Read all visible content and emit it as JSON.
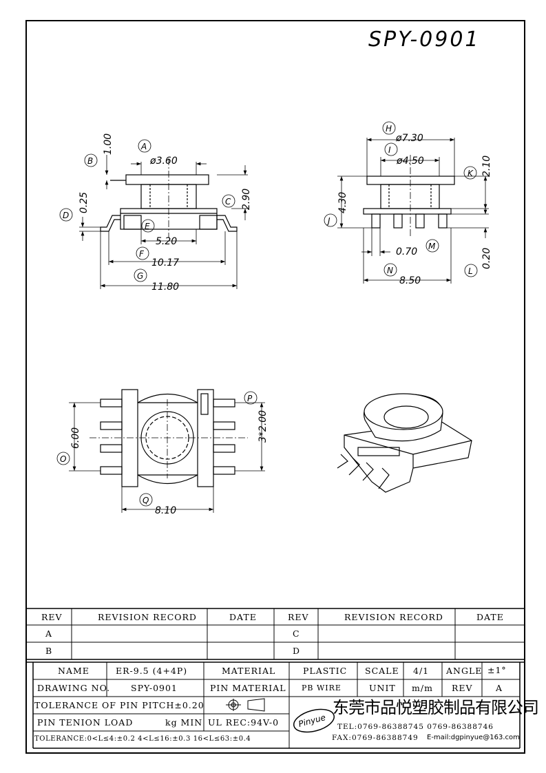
{
  "drawing_number": "SPY-0901",
  "dims": {
    "A": "A",
    "B": "B",
    "C": "C",
    "D": "D",
    "E": "E",
    "F": "F",
    "G": "G",
    "H": "H",
    "I": "I",
    "J": "J",
    "K": "K",
    "L": "L",
    "M": "M",
    "N": "N",
    "O": "O",
    "P": "P",
    "Q": "Q",
    "a_val": "ø3.60",
    "b_val": "1.00",
    "c_val": "2.90",
    "d_val": "0.25",
    "e_val": "5.20",
    "f_val": "10.17",
    "g_val": "11.80",
    "h_val": "ø7.30",
    "i_val": "ø4.50",
    "j_val": "4.30",
    "k_val": "2.10",
    "l_val": "0.20",
    "m_val": "0.70",
    "n_val": "8.50",
    "o_val": "6.00",
    "p_val": "3*2.00",
    "q_val": "8.10"
  },
  "revision_table": {
    "rev": "REV",
    "record": "REVISION  RECORD",
    "date": "DATE",
    "rows_left": [
      "A",
      "B"
    ],
    "rows_right": [
      "C",
      "D"
    ]
  },
  "title_block": {
    "name_label": "NAME",
    "name_value": "ER-9.5 (4+4P)",
    "material_label": "MATERIAL",
    "material_value": "PLASTIC",
    "scale_label": "SCALE",
    "scale_value": "4/1",
    "angle_label": "ANGLE",
    "angle_value": "±1°",
    "drawing_no_label": "DRAWING NO.",
    "drawing_no_value": "SPY-0901",
    "pin_material_label": "PIN MATERIAL",
    "pin_material_value": "PB WIRE",
    "unit_label": "UNIT",
    "unit_value": "m/m",
    "rev_label": "REV",
    "rev_value": "A",
    "tolerance_pitch": "TOLERANCE OF PIN PITCH±0.20",
    "pin_tension": "PIN TENION LOAD",
    "kg_min": "kg MIN",
    "ul_rec": "UL REC:94V-0",
    "tolerance_line": "TOLERANCE:0<L≤4:±0.2  4<L≤16:±0.3  16<L≤63:±0.4",
    "logo": "Pinyue",
    "company": "东莞市品悦塑胶制品有限公司",
    "tel": "TEL:0769-86388745    0769-86388746",
    "fax": "FAX:0769-86388749",
    "email": "E-mail:dgpinyue@163.com"
  }
}
